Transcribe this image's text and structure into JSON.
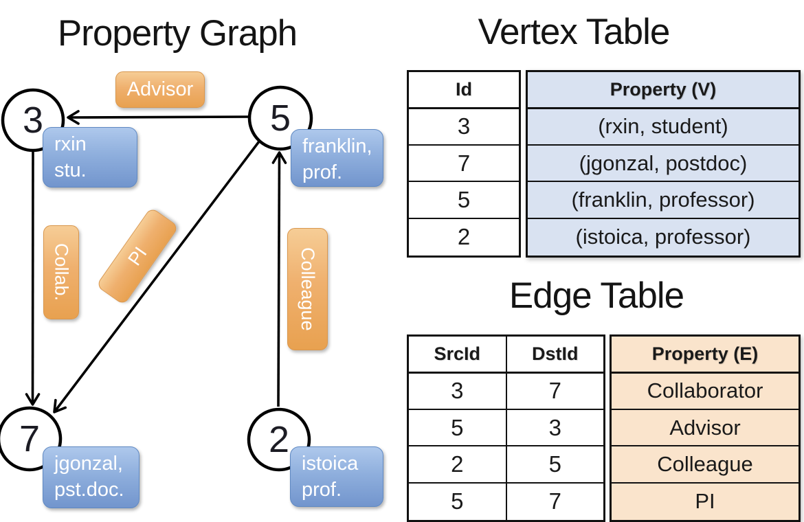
{
  "panel_titles": {
    "graph": "Property Graph",
    "vertex_table": "Vertex Table",
    "edge_table": "Edge Table"
  },
  "graph": {
    "nodes": [
      {
        "id": "3",
        "prop_line1": "rxin",
        "prop_line2": "stu."
      },
      {
        "id": "5",
        "prop_line1": "franklin,",
        "prop_line2": "prof."
      },
      {
        "id": "7",
        "prop_line1": "jgonzal,",
        "prop_line2": "pst.doc."
      },
      {
        "id": "2",
        "prop_line1": "istoica",
        "prop_line2": "prof."
      }
    ],
    "edge_labels": {
      "advisor": "Advisor",
      "collab": "Collab.",
      "pi": "PI",
      "colleague": "Colleague"
    }
  },
  "vertex_table": {
    "columns": {
      "id": "Id",
      "property": "Property (V)"
    },
    "rows": [
      {
        "id": "3",
        "property": "(rxin, student)"
      },
      {
        "id": "7",
        "property": "(jgonzal, postdoc)"
      },
      {
        "id": "5",
        "property": "(franklin, professor)"
      },
      {
        "id": "2",
        "property": "(istoica, professor)"
      }
    ]
  },
  "edge_table": {
    "columns": {
      "src": "SrcId",
      "dst": "DstId",
      "property": "Property (E)"
    },
    "rows": [
      {
        "src": "3",
        "dst": "7",
        "property": "Collaborator"
      },
      {
        "src": "5",
        "dst": "3",
        "property": "Advisor"
      },
      {
        "src": "2",
        "dst": "5",
        "property": "Colleague"
      },
      {
        "src": "5",
        "dst": "7",
        "property": "PI"
      }
    ]
  },
  "colors": {
    "edge_label_fill_top": "#f6cd96",
    "edge_label_fill_bottom": "#e8a150",
    "vertex_label_fill_top": "#aec8ec",
    "vertex_label_fill_bottom": "#7295cd",
    "vertex_table_fill": "#d9e2f1",
    "edge_table_fill": "#fae4cc",
    "line_color": "#000000"
  }
}
